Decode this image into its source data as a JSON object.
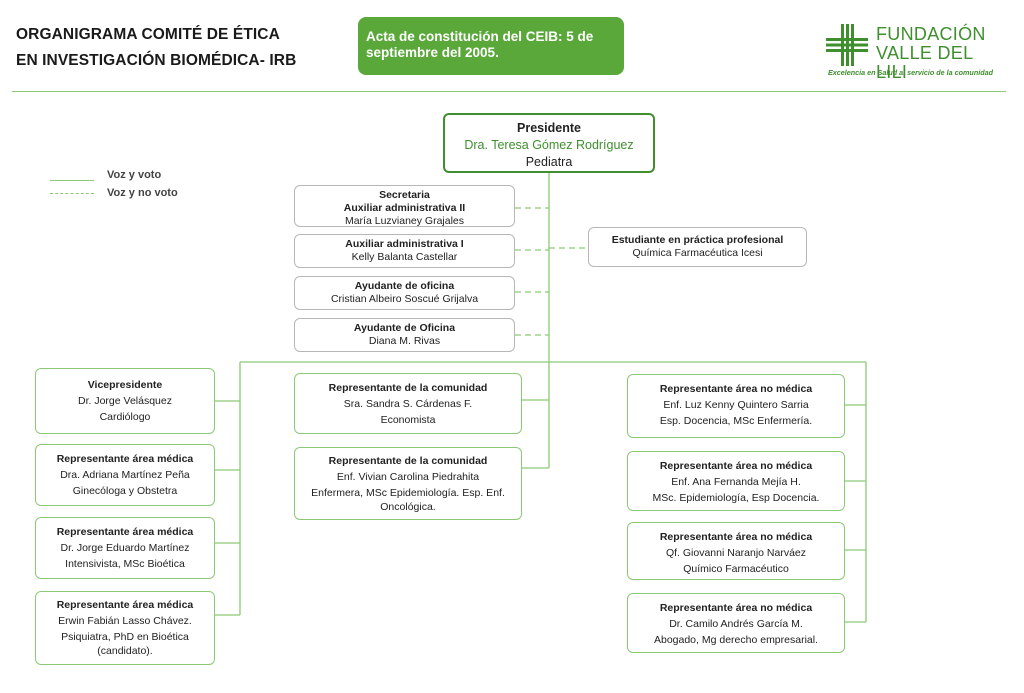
{
  "header": {
    "title_line1": "ORGANIGRAMA COMITÉ DE ÉTICA",
    "title_line2": "EN INVESTIGACIÓN BIOMÉDICA- IRB",
    "acta": "Acta de constitución del CEIB: 5 de septiembre del 2005."
  },
  "logo": {
    "name_line1": "FUNDACIÓN",
    "name_line2": "VALLE DEL LILI",
    "tagline": "Excelencia en Salud al servicio de la comunidad",
    "color": "#3f8f2f"
  },
  "legend": {
    "solid_label": "Voz y voto",
    "dashed_label": "Voz y no voto"
  },
  "colors": {
    "accent": "#5aa83a",
    "line": "#8cc976",
    "dark_green": "#3f8f2f"
  },
  "president": {
    "role": "Presidente",
    "name": "Dra.  Teresa Gómez Rodríguez",
    "detail": "Pediatra"
  },
  "staff": [
    {
      "role": "Secretaria",
      "role2": "Auxiliar administrativa II",
      "name": "María Luzvianey Grajales"
    },
    {
      "role": "Auxiliar administrativa I",
      "name": "Kelly Balanta Castellar"
    },
    {
      "role": "Ayudante de oficina",
      "name": "Cristian Albeiro Soscué Grijalva"
    },
    {
      "role": "Ayudante de Oficina",
      "name": "Diana M. Rivas"
    }
  ],
  "student": {
    "role": "Estudiante en práctica profesional",
    "detail": "Química Farmacéutica Icesi"
  },
  "left_members": [
    {
      "role": "Vicepresidente",
      "name": "Dr. Jorge Velásquez",
      "detail": "Cardiólogo"
    },
    {
      "role": "Representante área médica",
      "name": "Dra. Adriana Martínez Peña",
      "detail": "Ginecóloga y Obstetra"
    },
    {
      "role": "Representante área médica",
      "name": "Dr. Jorge Eduardo Martínez",
      "detail": "Intensivista, MSc Bioética"
    },
    {
      "role": "Representante área médica",
      "name": "Erwin Fabián Lasso Chávez.",
      "detail": "Psiquiatra, PhD en Bioética (candidato)."
    }
  ],
  "center_members": [
    {
      "role": "Representante de la comunidad",
      "name": "Sra. Sandra S. Cárdenas F.",
      "detail": "Economista"
    },
    {
      "role": "Representante de la comunidad",
      "name": "Enf. Vivian Carolina Piedrahita",
      "detail": "Enfermera, MSc Epidemiología. Esp. Enf. Oncológica."
    }
  ],
  "right_members": [
    {
      "role": "Representante área no médica",
      "name": "Enf. Luz Kenny Quintero Sarria",
      "detail": "Esp. Docencia, MSc Enfermería."
    },
    {
      "role": "Representante área no médica",
      "name": "Enf. Ana Fernanda Mejía H.",
      "detail": "MSc. Epidemiología, Esp Docencia."
    },
    {
      "role": "Representante área no médica",
      "name": "Qf. Giovanni Naranjo Narváez",
      "detail": "Químico Farmacéutico"
    },
    {
      "role": "Representante área no médica",
      "name": "Dr. Camilo Andrés García M.",
      "detail": "Abogado, Mg derecho empresarial."
    }
  ]
}
